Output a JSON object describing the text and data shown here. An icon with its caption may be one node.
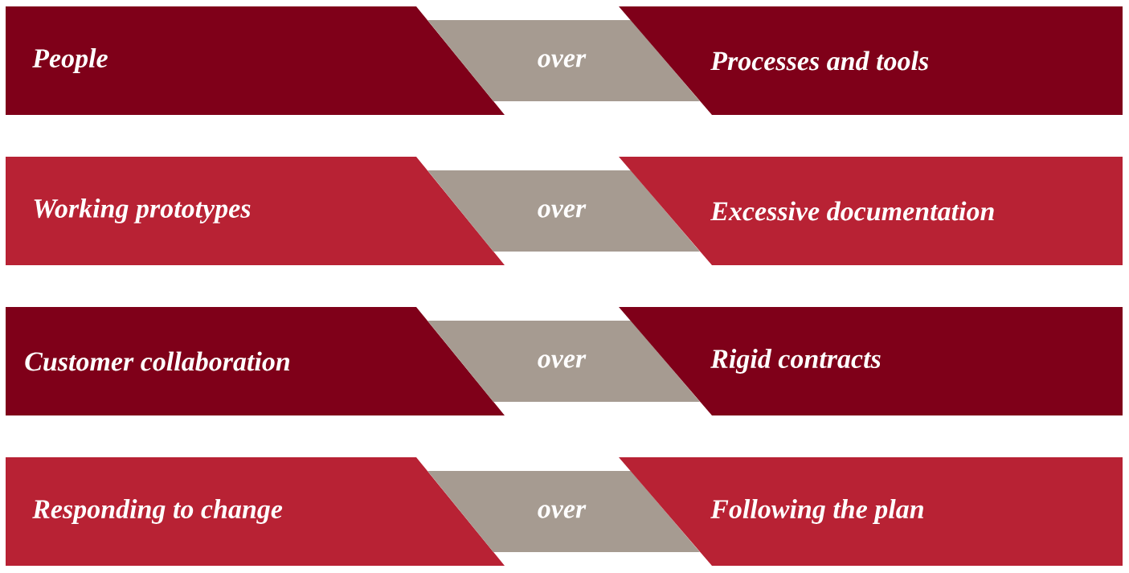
{
  "diagram": {
    "nodes": [
      {
        "text": [
          "People"
        ]
      },
      {
        "text": [
          "over"
        ]
      },
      {
        "text": [
          "Processes and tools"
        ]
      },
      {
        "text": [
          "Working prototypes"
        ]
      },
      {
        "text": [
          "over"
        ]
      },
      {
        "text": [
          "Excessive documentation"
        ]
      },
      {
        "text": [
          "Customer collaboration"
        ]
      },
      {
        "text": [
          "over"
        ]
      },
      {
        "text": [
          "Rigid contracts"
        ]
      },
      {
        "text": [
          "Responding to change"
        ]
      },
      {
        "text": [
          "over"
        ]
      },
      {
        "text": [
          "Following the plan"
        ]
      }
    ]
  }
}
